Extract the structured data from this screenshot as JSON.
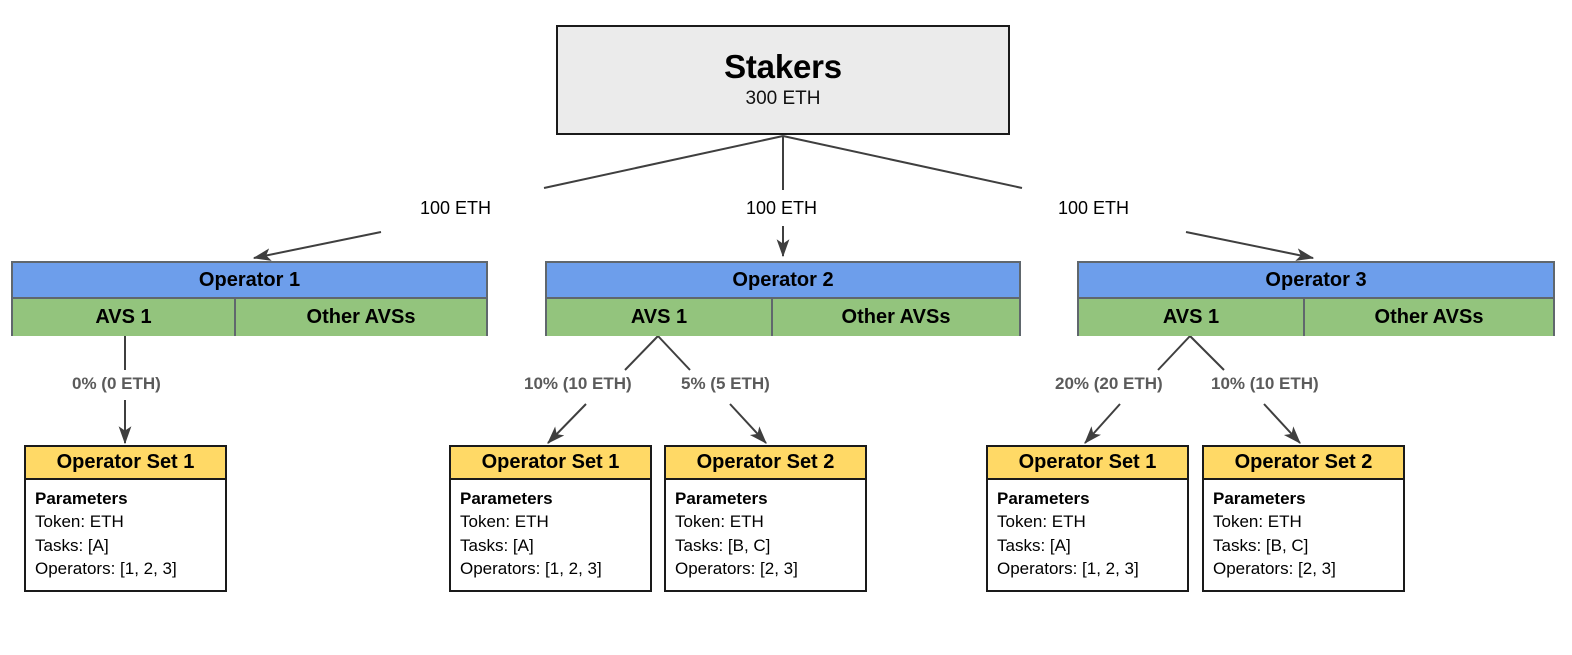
{
  "diagram": {
    "title_node": {
      "name": "Stakers",
      "amount": "300 ETH"
    },
    "stake_edge_labels": [
      "100 ETH",
      "100 ETH",
      "100 ETH"
    ],
    "avs_columns": {
      "primary": "AVS 1",
      "other": "Other AVSs"
    },
    "parameters_heading": "Parameters",
    "operators": [
      {
        "name": "Operator 1",
        "avs_primary": "AVS 1",
        "avs_other": "Other AVSs",
        "stake_label": "100 ETH",
        "allocations": [
          {
            "label": "0% (0 ETH)",
            "percent": "0%",
            "eth": "0 ETH",
            "set_name": "Operator Set 1",
            "params_heading": "Parameters",
            "token": "Token: ETH",
            "tasks": "Tasks: [A]",
            "operators": "Operators: [1, 2, 3]"
          }
        ]
      },
      {
        "name": "Operator 2",
        "avs_primary": "AVS 1",
        "avs_other": "Other AVSs",
        "stake_label": "100 ETH",
        "allocations": [
          {
            "label": "10% (10 ETH)",
            "percent": "10%",
            "eth": "10 ETH",
            "set_name": "Operator Set 1",
            "params_heading": "Parameters",
            "token": "Token: ETH",
            "tasks": "Tasks: [A]",
            "operators": "Operators: [1, 2, 3]"
          },
          {
            "label": "5% (5 ETH)",
            "percent": "5%",
            "eth": "5 ETH",
            "set_name": "Operator Set 2",
            "params_heading": "Parameters",
            "token": "Token: ETH",
            "tasks": "Tasks: [B, C]",
            "operators": "Operators: [2, 3]"
          }
        ]
      },
      {
        "name": "Operator 3",
        "avs_primary": "AVS 1",
        "avs_other": "Other AVSs",
        "stake_label": "100 ETH",
        "allocations": [
          {
            "label": "20% (20 ETH)",
            "percent": "20%",
            "eth": "20 ETH",
            "set_name": "Operator Set 1",
            "params_heading": "Parameters",
            "token": "Token: ETH",
            "tasks": "Tasks: [A]",
            "operators": "Operators: [1, 2, 3]"
          },
          {
            "label": "10% (10 ETH)",
            "percent": "10%",
            "eth": "10 ETH",
            "set_name": "Operator Set 2",
            "params_heading": "Parameters",
            "token": "Token: ETH",
            "tasks": "Tasks: [B, C]",
            "operators": "Operators: [2, 3]"
          }
        ]
      }
    ],
    "colors": {
      "stakers_fill": "#ebebeb",
      "operator_header_fill": "#6d9eeb",
      "avs_fill": "#93c47d",
      "operator_set_header_fill": "#ffd966",
      "box_stroke": "#1a1a1a",
      "operator_stroke": "#60676d",
      "edge_stroke": "#3f3f3f",
      "percent_label_color": "#5b5b5b"
    }
  }
}
